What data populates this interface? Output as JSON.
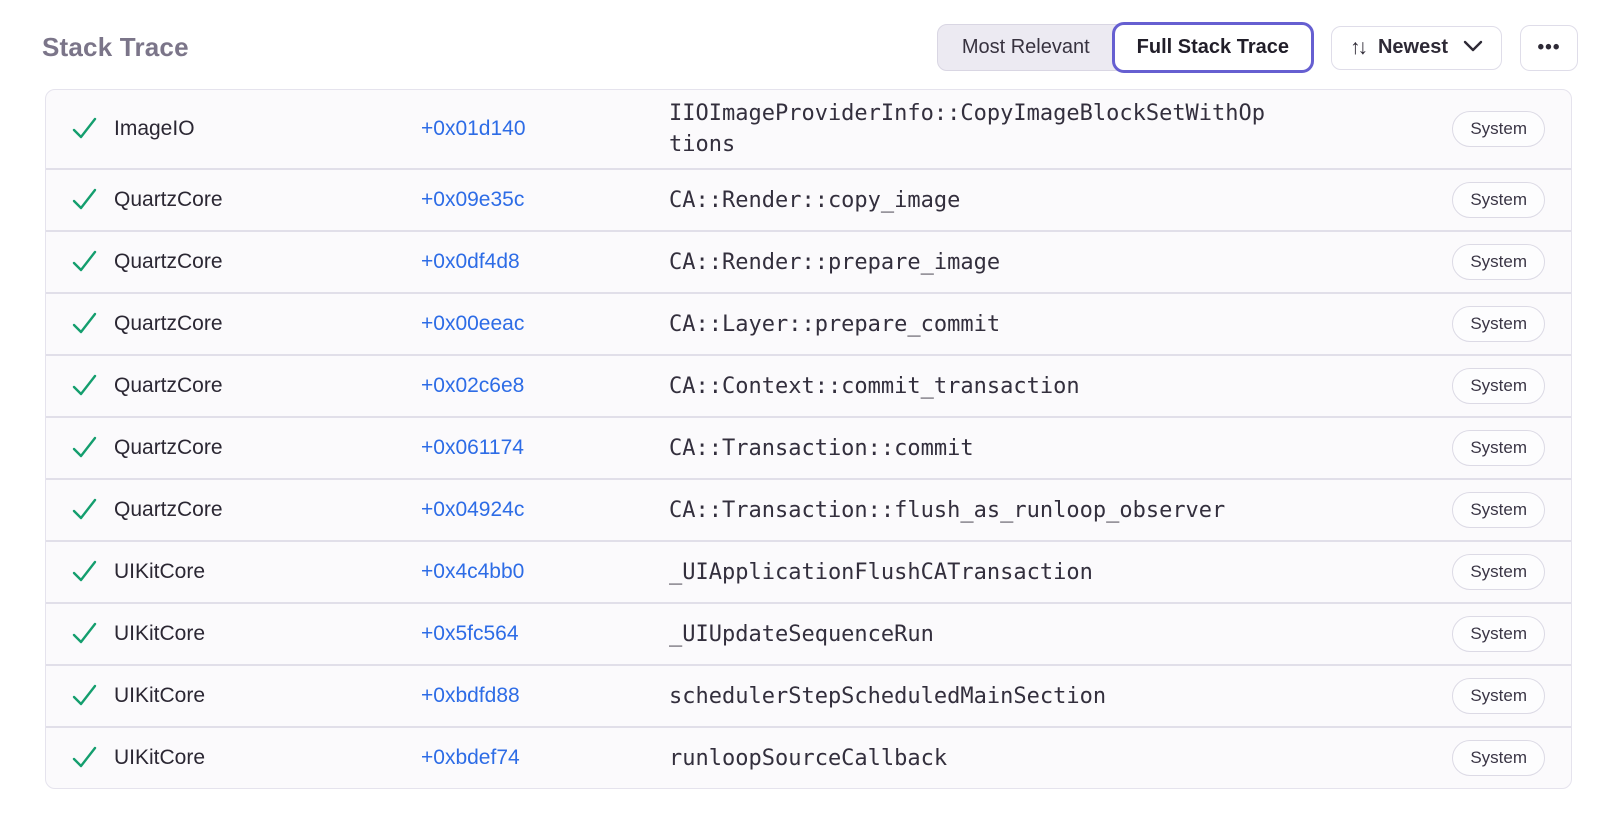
{
  "header": {
    "title": "Stack Trace",
    "view_toggle": {
      "most_relevant_label": "Most Relevant",
      "full_stack_trace_label": "Full Stack Trace",
      "selected": "Full Stack Trace"
    },
    "sort_button": {
      "label": "Newest"
    },
    "icons": {
      "sort_glyph": "↑↓",
      "more_glyph": "•••"
    }
  },
  "colors": {
    "accent_purple": "#665fd1",
    "link_blue": "#2d6ce6",
    "check_green": "#149e6e",
    "title_gray": "#7b7589",
    "row_bg": "#fbfafc",
    "divider": "#e1dfe9"
  },
  "stack_trace": {
    "badge_label": "System",
    "rows": [
      {
        "module": "ImageIO",
        "offset": "+0x01d140",
        "function": "IIOImageProviderInfo::CopyImageBlockSetWithOptions",
        "badge": "System"
      },
      {
        "module": "QuartzCore",
        "offset": "+0x09e35c",
        "function": "CA::Render::copy_image",
        "badge": "System"
      },
      {
        "module": "QuartzCore",
        "offset": "+0x0df4d8",
        "function": "CA::Render::prepare_image",
        "badge": "System"
      },
      {
        "module": "QuartzCore",
        "offset": "+0x00eeac",
        "function": "CA::Layer::prepare_commit",
        "badge": "System"
      },
      {
        "module": "QuartzCore",
        "offset": "+0x02c6e8",
        "function": "CA::Context::commit_transaction",
        "badge": "System"
      },
      {
        "module": "QuartzCore",
        "offset": "+0x061174",
        "function": "CA::Transaction::commit",
        "badge": "System"
      },
      {
        "module": "QuartzCore",
        "offset": "+0x04924c",
        "function": "CA::Transaction::flush_as_runloop_observer",
        "badge": "System"
      },
      {
        "module": "UIKitCore",
        "offset": "+0x4c4bb0",
        "function": "_UIApplicationFlushCATransaction",
        "badge": "System"
      },
      {
        "module": "UIKitCore",
        "offset": "+0x5fc564",
        "function": "_UIUpdateSequenceRun",
        "badge": "System"
      },
      {
        "module": "UIKitCore",
        "offset": "+0xbdfd88",
        "function": "schedulerStepScheduledMainSection",
        "badge": "System"
      },
      {
        "module": "UIKitCore",
        "offset": "+0xbdef74",
        "function": "runloopSourceCallback",
        "badge": "System"
      }
    ]
  }
}
